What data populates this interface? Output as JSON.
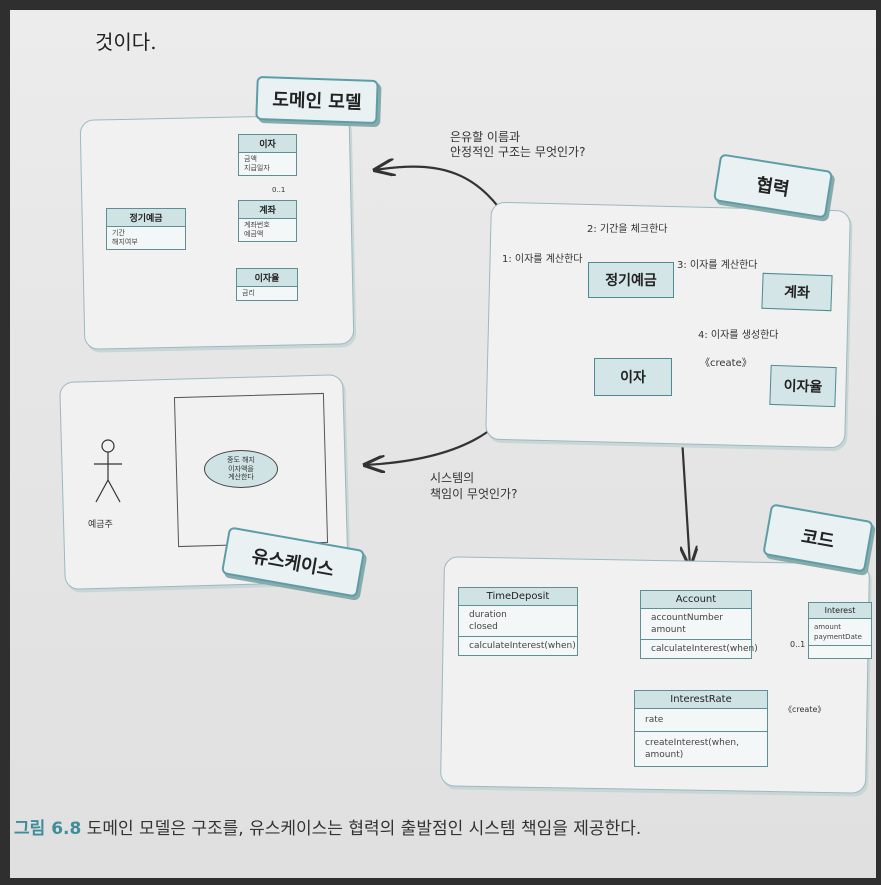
{
  "top_text": "것이다.",
  "domain_model": {
    "tag": "도메인 모델",
    "interest": {
      "name": "이자",
      "attr1": "금액",
      "attr2": "지급일자"
    },
    "account": {
      "name": "계좌",
      "attr1": "계좌번호",
      "attr2": "예금액"
    },
    "deposit": {
      "name": "정기예금",
      "attr1": "기간",
      "attr2": "해지여부"
    },
    "rate": {
      "name": "이자율",
      "attr1": "금리"
    },
    "multiplicity": "0..1"
  },
  "question_top": {
    "line1": "은유할 이름과",
    "line2": "안정적인 구조는 무엇인가?"
  },
  "collaboration": {
    "tag": "협력",
    "deposit": "정기예금",
    "account": "계좌",
    "interest": "이자",
    "rate": "이자율",
    "msg1": "1: 이자를 계산한다",
    "msg2": "2: 기간을 체크한다",
    "msg3": "3: 이자를 계산한다",
    "msg4": "4: 이자를 생성한다",
    "create": "《create》"
  },
  "usecase": {
    "tag": "유스케이스",
    "actor": "예금주",
    "uc_line1": "중도 해지",
    "uc_line2": "이자액을",
    "uc_line3": "계산한다"
  },
  "question_bottom": {
    "line1": "시스템의",
    "line2": "책임이 무엇인가?"
  },
  "code": {
    "tag": "코드",
    "time_deposit": {
      "name": "TimeDeposit",
      "attr1": "duration",
      "attr2": "closed",
      "op": "calculateInterest(when)"
    },
    "account": {
      "name": "Account",
      "attr1": "accountNumber",
      "attr2": "amount",
      "op": "calculateInterest(when)"
    },
    "interest": {
      "name": "Interest",
      "attr1": "amount",
      "attr2": "paymentDate"
    },
    "interest_rate": {
      "name": "InterestRate",
      "attr1": "rate",
      "op": "createInterest(when, amount)"
    },
    "multiplicity": "0..1",
    "create": "《create》"
  },
  "caption": {
    "number": "그림 6.8",
    "text": " 도메인 모델은 구조를, 유스케이스는 협력의 출발점인 시스템 책임을 제공한다."
  },
  "colors": {
    "accent": "#4f8a92",
    "tag_border": "#5c9ea8",
    "class_header": "#cfe3e5",
    "caption_number": "#3f8d99"
  }
}
